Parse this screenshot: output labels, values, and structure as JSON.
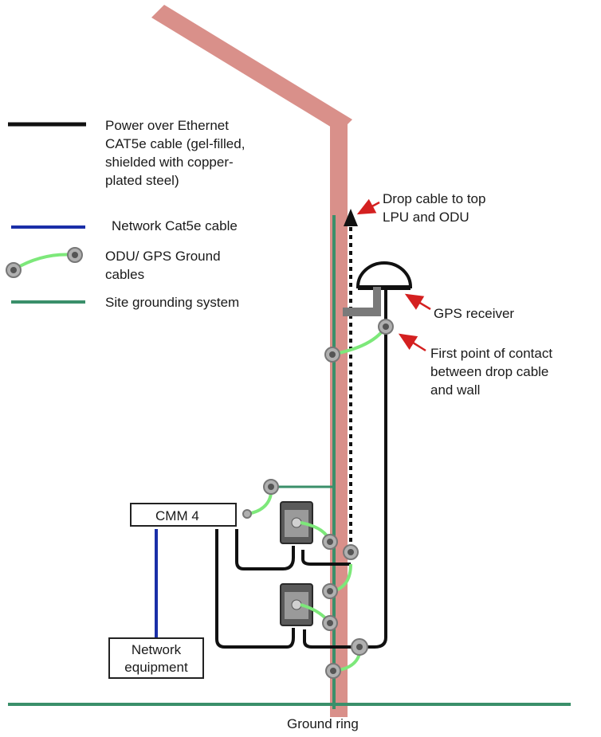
{
  "legend": {
    "poe_cable": "Power over Ethernet\nCAT5e cable (gel-filled,\nshielded with copper-\nplated steel)",
    "network_cable": "Network Cat5e cable",
    "ground_cables": "ODU/ GPS Ground\ncables",
    "site_grounding": "Site grounding system"
  },
  "callouts": {
    "drop_cable": "Drop cable to top\nLPU and ODU",
    "gps_receiver": "GPS receiver",
    "first_contact": "First point of contact\nbetween drop cable\nand wall"
  },
  "boxes": {
    "cmm": "CMM 4",
    "network_equipment": "Network\nequipment"
  },
  "ground_ring": "Ground ring",
  "colors": {
    "poe": "#111111",
    "network": "#1a2fa8",
    "ground_cable": "#7de87a",
    "site_grounding": "#3a8f6a",
    "building": "#d9908a",
    "callout_arrow": "#d42020"
  }
}
